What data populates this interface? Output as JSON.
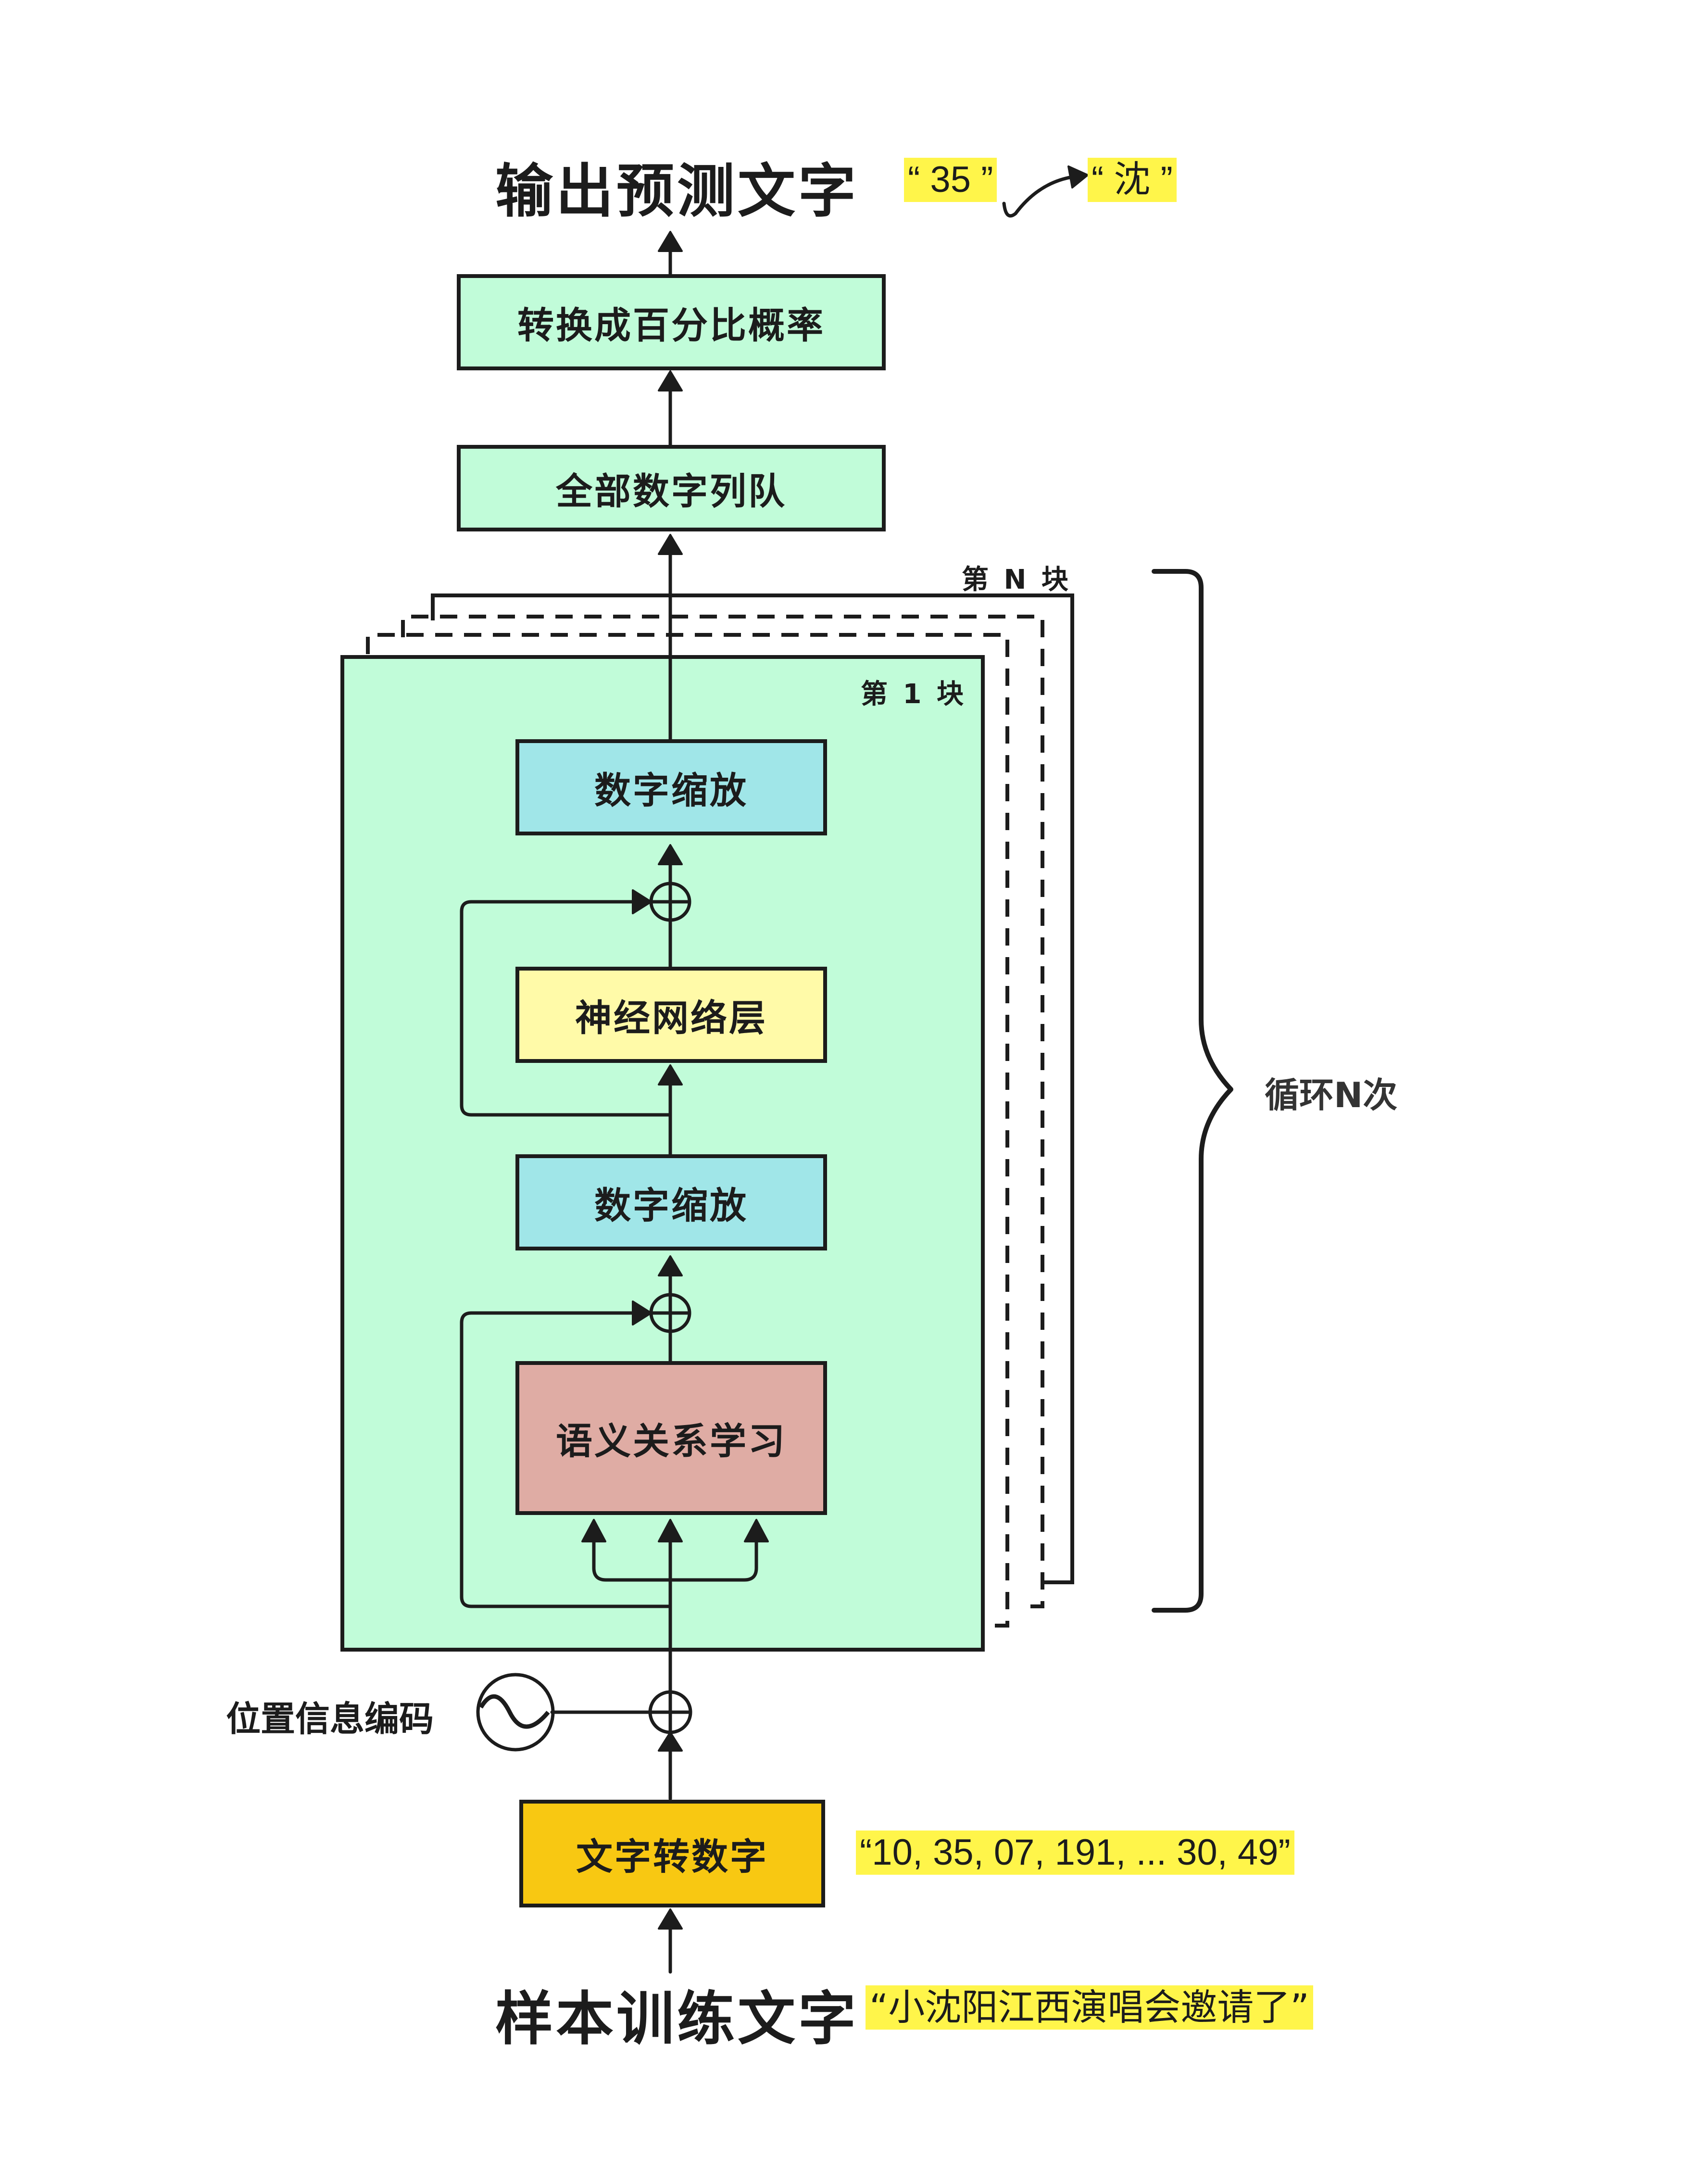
{
  "colors": {
    "outline": "#1c1c1c",
    "block_fill": "#c1fcd9",
    "scaling_fill": "#a0e6e8",
    "ffn_fill": "#fffaa8",
    "attention_fill": "#dfaca4",
    "embedding_fill": "#f8c812",
    "highlight": "#fff54a"
  },
  "output": {
    "title": "输出预测文字",
    "example_token_id": "“ 35 ”",
    "example_char": "“ 沈 ”"
  },
  "top_boxes": {
    "softmax_label": "转换成百分比概率",
    "linear_label": "全部数字列队"
  },
  "stack": {
    "block_first_label": "第 1 块",
    "block_last_label": "第 N 块",
    "loop_label": "循环N次"
  },
  "block": {
    "norm_top_label": "数字缩放",
    "ffn_label": "神经网络层",
    "norm_mid_label": "数字缩放",
    "attention_label": "语义关系学习"
  },
  "positional": {
    "label": "位置信息编码"
  },
  "input": {
    "embedding_label": "文字转数字",
    "example_ids": "“10, 35, 07, 191, ... 30, 49”",
    "title": "样本训练文字",
    "example_text": "“小沈阳江西演唱会邀请了”"
  }
}
